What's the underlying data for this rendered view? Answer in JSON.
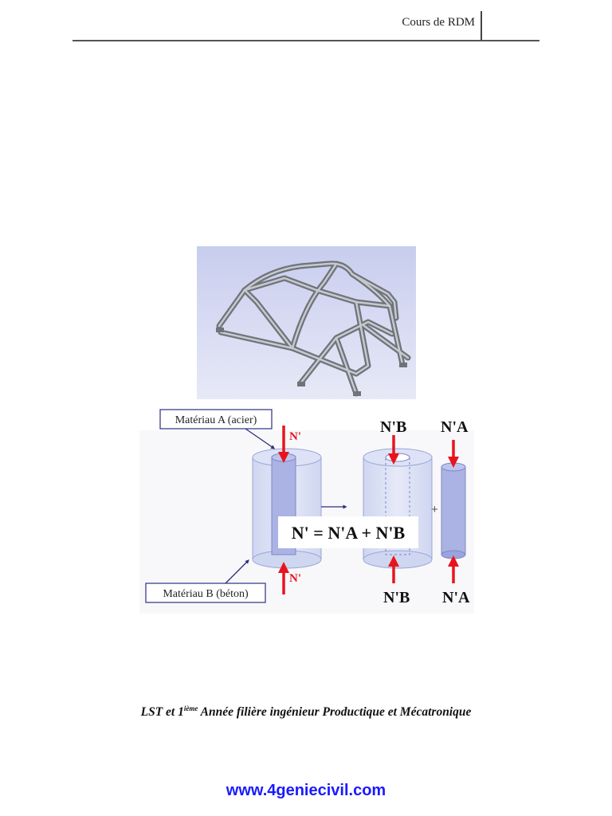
{
  "header": {
    "title": "Cours de RDM"
  },
  "figure": {
    "label_material_a": "Matériau A (acier)",
    "label_material_b": "Matériau B (béton)",
    "force_n": "N'",
    "force_na": "N'A",
    "force_nb": "N'B",
    "plus_sign": "+",
    "equation": "N' = N'A + N'B"
  },
  "footer": {
    "lead": "LST et 1",
    "superscript": "ième",
    "rest": " Année filière ingénieur Productique et Mécatronique"
  },
  "website": "www.4geniecivil.com"
}
